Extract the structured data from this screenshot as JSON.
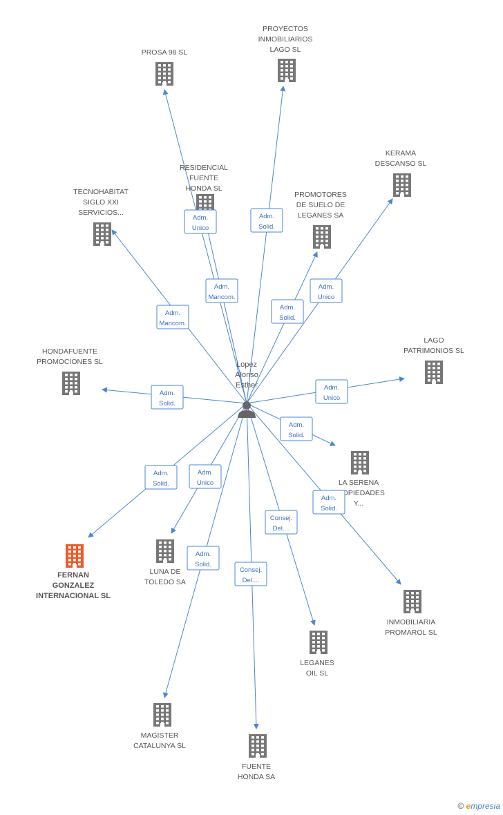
{
  "colors": {
    "edge": "#4a86d4",
    "building": "#777777",
    "building_highlight": "#f0592a",
    "role_text": "#3c6fb8",
    "person": "#666666"
  },
  "person": {
    "label_lines": [
      "Lopez",
      "Alonso",
      "Esther"
    ],
    "icon": "person-icon"
  },
  "companies": [
    {
      "id": "prosa",
      "lines": [
        "PROSA 98 SL"
      ]
    },
    {
      "id": "proyectos",
      "lines": [
        "PROYECTOS",
        "INMOBILIARIOS",
        "LAGO SL"
      ]
    },
    {
      "id": "residencial",
      "lines": [
        "RESIDENCIAL",
        "FUENTE",
        "HONDA SL"
      ]
    },
    {
      "id": "kerama",
      "lines": [
        "KERAMA",
        "DESCANSO SL"
      ]
    },
    {
      "id": "tecnohabitat",
      "lines": [
        "TECNOHABITAT",
        "SIGLO XXI",
        "SERVICIOS..."
      ]
    },
    {
      "id": "promotores",
      "lines": [
        "PROMOTORES",
        "DE SUELO DE",
        "LEGANES SA"
      ]
    },
    {
      "id": "hondafuente",
      "lines": [
        "HONDAFUENTE",
        "PROMOCIONES SL"
      ]
    },
    {
      "id": "lago",
      "lines": [
        "LAGO",
        "PATRIMONIOS SL"
      ]
    },
    {
      "id": "laserena",
      "lines": [
        "LA SERENA",
        "PROPIEDADES",
        "Y..."
      ]
    },
    {
      "id": "fernan",
      "lines": [
        "FERNAN",
        "GONZALEZ",
        "INTERNACIONAL SL"
      ],
      "highlight": true
    },
    {
      "id": "luna",
      "lines": [
        "LUNA DE",
        "TOLEDO SA"
      ]
    },
    {
      "id": "promarol",
      "lines": [
        "INMOBILIARIA",
        "PROMAROL SL"
      ]
    },
    {
      "id": "leganes",
      "lines": [
        "LEGANES",
        "OIL SL"
      ]
    },
    {
      "id": "magister",
      "lines": [
        "MAGISTER",
        "CATALUNYA SL"
      ]
    },
    {
      "id": "fuente",
      "lines": [
        "FUENTE",
        "HONDA SA"
      ]
    }
  ],
  "relations": [
    {
      "to": "prosa",
      "role": [
        "Adm.",
        "Mancom."
      ]
    },
    {
      "to": "proyectos",
      "role": [
        "Adm.",
        "Solid."
      ]
    },
    {
      "to": "residencial",
      "role": [
        "Adm.",
        "Unico"
      ]
    },
    {
      "to": "kerama",
      "role": [
        "Adm.",
        "Unico"
      ]
    },
    {
      "to": "tecnohabitat",
      "role": [
        "Adm.",
        "Mancom."
      ]
    },
    {
      "to": "promotores",
      "role": [
        "Adm.",
        "Solid."
      ]
    },
    {
      "to": "hondafuente",
      "role": [
        "Adm.",
        "Solid."
      ]
    },
    {
      "to": "lago",
      "role": [
        "Adm.",
        "Unico"
      ]
    },
    {
      "to": "laserena",
      "role": [
        "Adm.",
        "Solid."
      ]
    },
    {
      "to": "fernan",
      "role": [
        "Adm.",
        "Solid."
      ]
    },
    {
      "to": "luna",
      "role": [
        "Adm.",
        "Unico"
      ]
    },
    {
      "to": "promarol",
      "role": [
        "Adm.",
        "Solid."
      ]
    },
    {
      "to": "leganes",
      "role": [
        "Consej.",
        "Del...."
      ]
    },
    {
      "to": "magister",
      "role": [
        "Adm.",
        "Solid."
      ]
    },
    {
      "to": "fuente",
      "role": [
        "Consej.",
        "Del...."
      ]
    }
  ],
  "footer": {
    "copyright": "©",
    "brand_initial": "e",
    "brand_rest": "mpresia"
  }
}
